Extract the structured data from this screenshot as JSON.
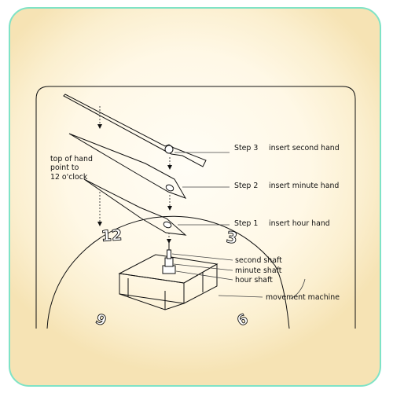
{
  "labels": {
    "step3": "Step 3",
    "step3_action": "insert second hand",
    "step2": "Step 2",
    "step2_action": "insert minute hand",
    "step1": "Step 1",
    "step1_action": "insert hour hand",
    "top_note_line1": "top of hand",
    "top_note_line2": "point to",
    "top_note_line3": "12 o'clock",
    "second_shaft": "second shaft",
    "minute_shaft": "minute shaft",
    "hour_shaft": "hour shaft",
    "movement_machine": "movement machine"
  },
  "dial_numerals": {
    "twelve": "12",
    "three": "3",
    "six": "6",
    "nine": "9"
  },
  "colors": {
    "frame_border": "#7fe3c6",
    "background_center": "#fffdf6",
    "background_edge": "#f6e3b4",
    "line": "#111111"
  }
}
